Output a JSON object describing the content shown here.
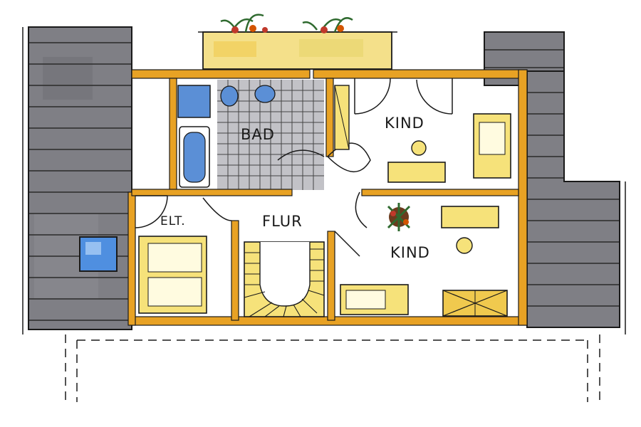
{
  "rooms": {
    "bad": "BAD",
    "kind_upper": "KIND",
    "kind_lower": "KIND",
    "elt": "ELT.",
    "flur": "FLUR"
  },
  "colors": {
    "wall": "#e8a224",
    "roof": "#7d7d83",
    "furniture": "#f6e27a",
    "fixture_blue": "#5b8fd6",
    "tile": "#b9b9be",
    "ink": "#1a1a1a"
  }
}
